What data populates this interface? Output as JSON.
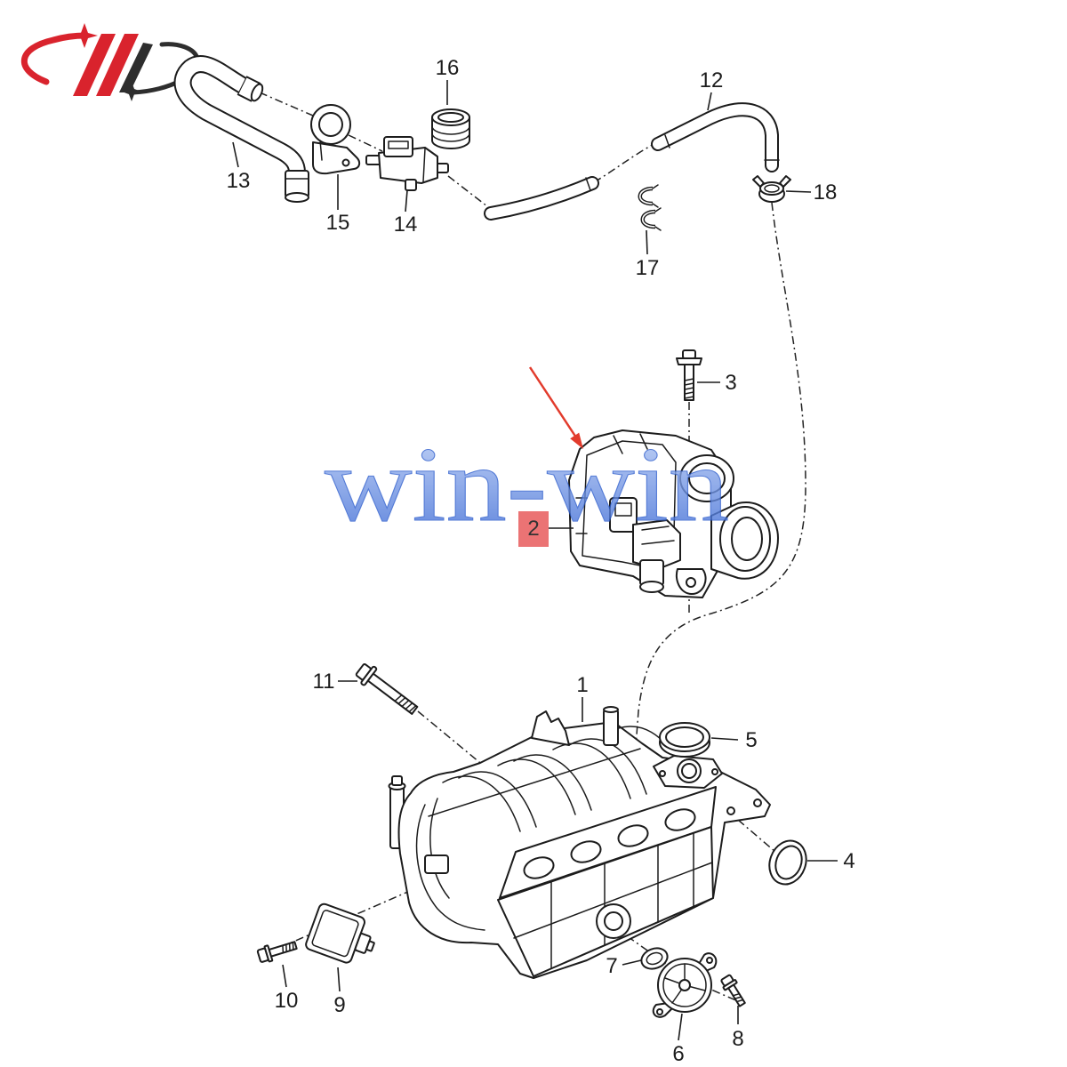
{
  "watermark": "win-win",
  "callouts": {
    "1": "1",
    "2": "2",
    "3": "3",
    "4": "4",
    "5": "5",
    "6": "6",
    "7": "7",
    "8": "8",
    "9": "9",
    "10": "10",
    "11": "11",
    "12": "12",
    "13": "13",
    "14": "14",
    "15": "15",
    "16": "16",
    "17": "17",
    "18": "18"
  },
  "colors": {
    "arrow": "#e23b2c",
    "highlight": "#e85a5c",
    "logo_red": "#d9232d",
    "logo_dark": "#2e2e2e",
    "watermark_light": "#b9cdf6",
    "watermark_dark": "#3565d4"
  },
  "icons": {
    "logo": "brand-logo",
    "pointer": "red-arrow-icon"
  }
}
